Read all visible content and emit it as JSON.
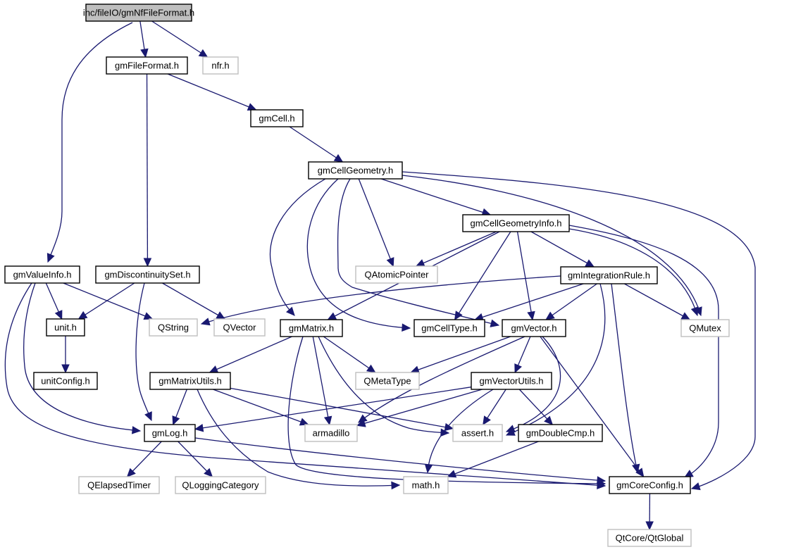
{
  "diagram": {
    "type": "include-dependency-graph",
    "title": "inc/fileIO/gmNfFileFormat.h",
    "edge_color": "#191970",
    "internal_border_color": "#000000",
    "external_border_color": "#bfbfbf",
    "root_fill_color": "#bfbfbf",
    "nodes": [
      {
        "id": "root",
        "label": "inc/fileIO/gmNfFileFormat.h",
        "kind": "root"
      },
      {
        "id": "gmFileFormat",
        "label": "gmFileFormat.h",
        "kind": "internal"
      },
      {
        "id": "nfr",
        "label": "nfr.h",
        "kind": "external"
      },
      {
        "id": "gmCell",
        "label": "gmCell.h",
        "kind": "internal"
      },
      {
        "id": "gmCellGeometry",
        "label": "gmCellGeometry.h",
        "kind": "internal"
      },
      {
        "id": "gmCellGeometryInfo",
        "label": "gmCellGeometryInfo.h",
        "kind": "internal"
      },
      {
        "id": "gmValueInfo",
        "label": "gmValueInfo.h",
        "kind": "internal"
      },
      {
        "id": "gmDiscontinuitySet",
        "label": "gmDiscontinuitySet.h",
        "kind": "internal"
      },
      {
        "id": "QAtomicPointer",
        "label": "QAtomicPointer",
        "kind": "external"
      },
      {
        "id": "gmIntegrationRule",
        "label": "gmIntegrationRule.h",
        "kind": "internal"
      },
      {
        "id": "unit",
        "label": "unit.h",
        "kind": "internal"
      },
      {
        "id": "QString",
        "label": "QString",
        "kind": "external"
      },
      {
        "id": "QVector",
        "label": "QVector",
        "kind": "external"
      },
      {
        "id": "gmMatrix",
        "label": "gmMatrix.h",
        "kind": "internal"
      },
      {
        "id": "gmCellType",
        "label": "gmCellType.h",
        "kind": "internal"
      },
      {
        "id": "gmVector",
        "label": "gmVector.h",
        "kind": "internal"
      },
      {
        "id": "QMutex",
        "label": "QMutex",
        "kind": "external"
      },
      {
        "id": "unitConfig",
        "label": "unitConfig.h",
        "kind": "internal"
      },
      {
        "id": "gmMatrixUtils",
        "label": "gmMatrixUtils.h",
        "kind": "internal"
      },
      {
        "id": "QMetaType",
        "label": "QMetaType",
        "kind": "external"
      },
      {
        "id": "gmVectorUtils",
        "label": "gmVectorUtils.h",
        "kind": "internal"
      },
      {
        "id": "gmLog",
        "label": "gmLog.h",
        "kind": "internal"
      },
      {
        "id": "armadillo",
        "label": "armadillo",
        "kind": "external"
      },
      {
        "id": "assert",
        "label": "assert.h",
        "kind": "external"
      },
      {
        "id": "gmDoubleCmp",
        "label": "gmDoubleCmp.h",
        "kind": "internal"
      },
      {
        "id": "QElapsedTimer",
        "label": "QElapsedTimer",
        "kind": "external"
      },
      {
        "id": "QLoggingCategory",
        "label": "QLoggingCategory",
        "kind": "external"
      },
      {
        "id": "math",
        "label": "math.h",
        "kind": "external"
      },
      {
        "id": "gmCoreConfig",
        "label": "gmCoreConfig.h",
        "kind": "internal"
      },
      {
        "id": "QtGlobal",
        "label": "QtCore/QtGlobal",
        "kind": "external"
      }
    ],
    "edges": [
      {
        "from": "root",
        "to": "gmFileFormat"
      },
      {
        "from": "root",
        "to": "nfr"
      },
      {
        "from": "root",
        "to": "gmValueInfo"
      },
      {
        "from": "gmFileFormat",
        "to": "gmCell"
      },
      {
        "from": "gmFileFormat",
        "to": "gmDiscontinuitySet"
      },
      {
        "from": "gmCell",
        "to": "gmCellGeometry"
      },
      {
        "from": "gmCellGeometry",
        "to": "gmCellGeometryInfo"
      },
      {
        "from": "gmCellGeometry",
        "to": "QAtomicPointer"
      },
      {
        "from": "gmCellGeometry",
        "to": "gmMatrix"
      },
      {
        "from": "gmCellGeometry",
        "to": "gmCellType"
      },
      {
        "from": "gmCellGeometry",
        "to": "gmVector"
      },
      {
        "from": "gmCellGeometry",
        "to": "QMutex"
      },
      {
        "from": "gmCellGeometry",
        "to": "gmCoreConfig"
      },
      {
        "from": "gmCellGeometryInfo",
        "to": "QAtomicPointer"
      },
      {
        "from": "gmCellGeometryInfo",
        "to": "gmIntegrationRule"
      },
      {
        "from": "gmCellGeometryInfo",
        "to": "gmMatrix"
      },
      {
        "from": "gmCellGeometryInfo",
        "to": "gmCellType"
      },
      {
        "from": "gmCellGeometryInfo",
        "to": "gmVector"
      },
      {
        "from": "gmCellGeometryInfo",
        "to": "QMutex"
      },
      {
        "from": "gmCellGeometryInfo",
        "to": "gmCoreConfig"
      },
      {
        "from": "gmIntegrationRule",
        "to": "QString"
      },
      {
        "from": "gmIntegrationRule",
        "to": "gmCellType"
      },
      {
        "from": "gmIntegrationRule",
        "to": "gmVector"
      },
      {
        "from": "gmIntegrationRule",
        "to": "QMutex"
      },
      {
        "from": "gmIntegrationRule",
        "to": "assert"
      },
      {
        "from": "gmIntegrationRule",
        "to": "gmCoreConfig"
      },
      {
        "from": "gmValueInfo",
        "to": "unit"
      },
      {
        "from": "gmValueInfo",
        "to": "QString"
      },
      {
        "from": "gmValueInfo",
        "to": "gmLog"
      },
      {
        "from": "gmValueInfo",
        "to": "gmCoreConfig"
      },
      {
        "from": "gmDiscontinuitySet",
        "to": "unit"
      },
      {
        "from": "gmDiscontinuitySet",
        "to": "QVector"
      },
      {
        "from": "gmDiscontinuitySet",
        "to": "gmLog"
      },
      {
        "from": "unit",
        "to": "unitConfig"
      },
      {
        "from": "gmMatrix",
        "to": "gmMatrixUtils"
      },
      {
        "from": "gmMatrix",
        "to": "QMetaType"
      },
      {
        "from": "gmMatrix",
        "to": "armadillo"
      },
      {
        "from": "gmMatrix",
        "to": "assert"
      },
      {
        "from": "gmMatrix",
        "to": "gmCoreConfig"
      },
      {
        "from": "gmVector",
        "to": "QMetaType"
      },
      {
        "from": "gmVector",
        "to": "gmVectorUtils"
      },
      {
        "from": "gmVector",
        "to": "armadillo"
      },
      {
        "from": "gmVector",
        "to": "assert"
      },
      {
        "from": "gmVector",
        "to": "gmCoreConfig"
      },
      {
        "from": "gmMatrixUtils",
        "to": "gmLog"
      },
      {
        "from": "gmMatrixUtils",
        "to": "armadillo"
      },
      {
        "from": "gmMatrixUtils",
        "to": "assert"
      },
      {
        "from": "gmMatrixUtils",
        "to": "math"
      },
      {
        "from": "gmVectorUtils",
        "to": "gmLog"
      },
      {
        "from": "gmVectorUtils",
        "to": "armadillo"
      },
      {
        "from": "gmVectorUtils",
        "to": "assert"
      },
      {
        "from": "gmVectorUtils",
        "to": "math"
      },
      {
        "from": "gmVectorUtils",
        "to": "gmDoubleCmp"
      },
      {
        "from": "gmDoubleCmp",
        "to": "math"
      },
      {
        "from": "gmLog",
        "to": "QElapsedTimer"
      },
      {
        "from": "gmLog",
        "to": "QLoggingCategory"
      },
      {
        "from": "gmLog",
        "to": "gmCoreConfig"
      },
      {
        "from": "gmCoreConfig",
        "to": "QtGlobal"
      }
    ]
  }
}
